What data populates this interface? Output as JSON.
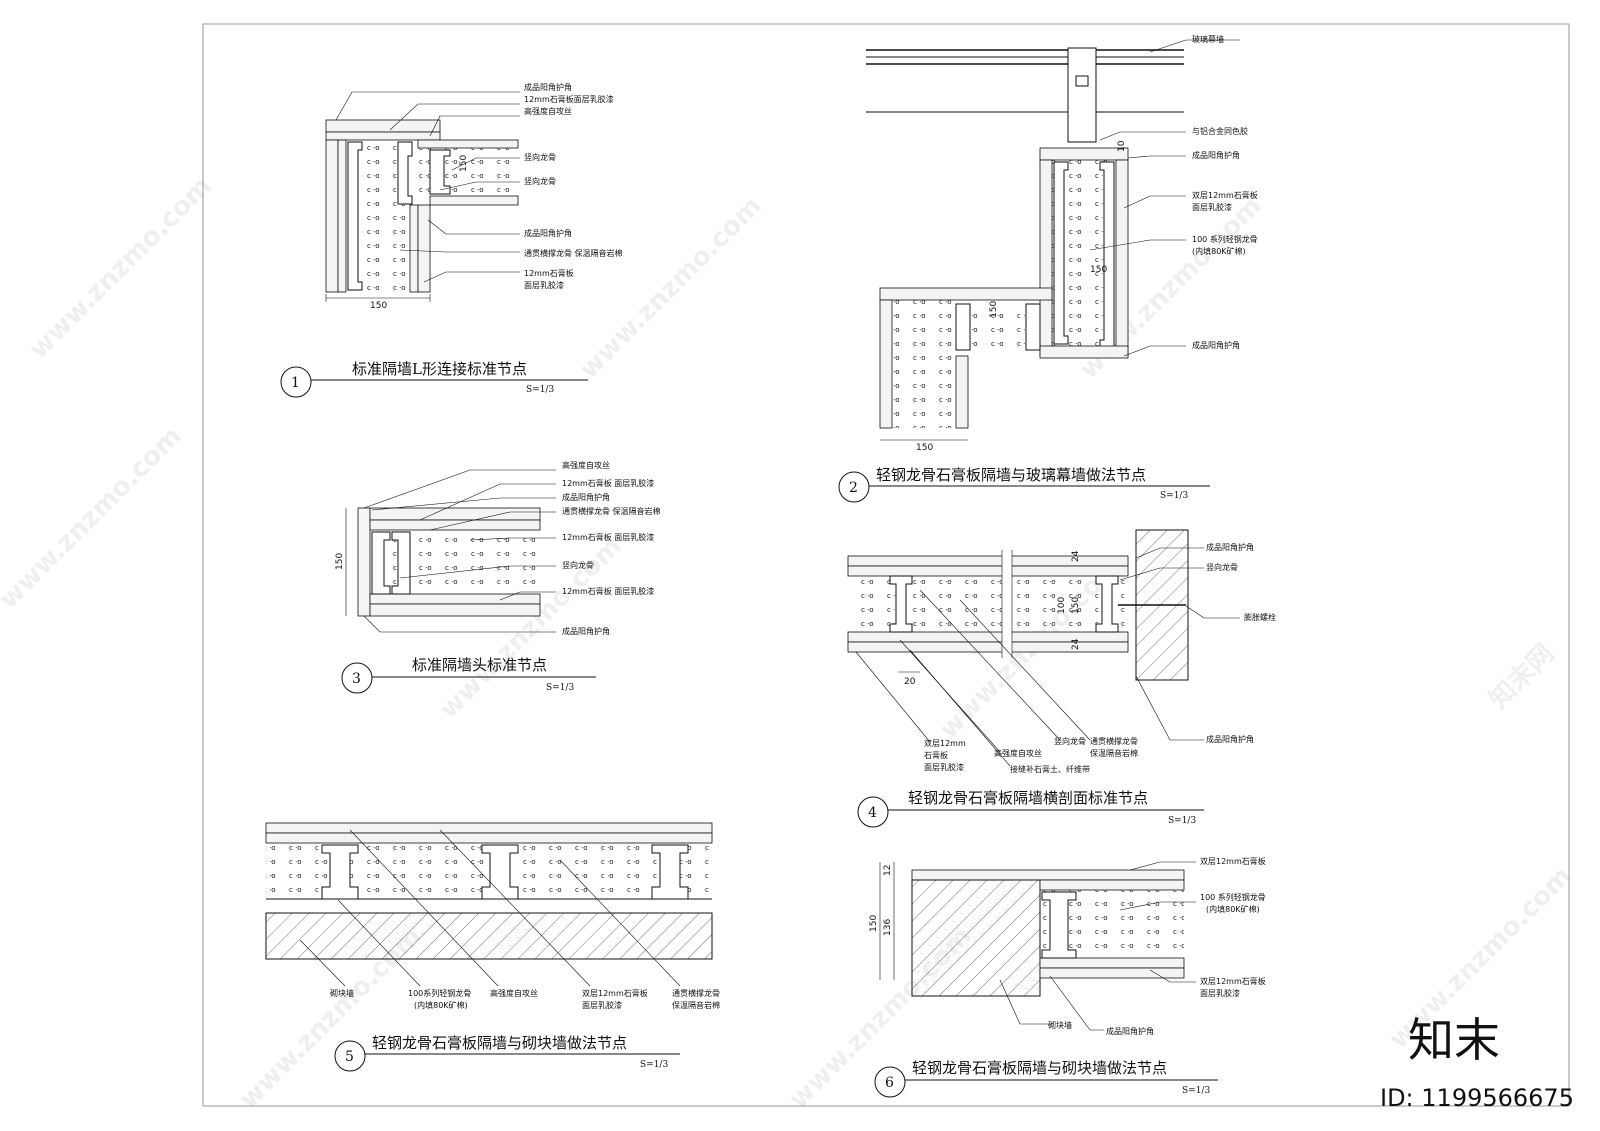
{
  "watermark": {
    "site": "www.znzmo.com",
    "brand": "知末网",
    "logo": "知末",
    "id": "ID: 1199566675"
  },
  "details": [
    {
      "num": "1",
      "title": "标准隔墙L形连接标准节点",
      "scale": "S=1/3",
      "labels": [
        "成品阳角护角",
        "12mm石膏板面层乳胶漆",
        "高强度自攻丝",
        "竖向龙骨",
        "竖向龙骨",
        "成品阳角护角",
        "通贯横撑龙骨 保温隔音岩棉",
        "12mm石膏板",
        "面层乳胶漆"
      ],
      "dims": [
        "150",
        "150"
      ]
    },
    {
      "num": "2",
      "title": "轻钢龙骨石膏板隔墙与玻璃幕墙做法节点",
      "scale": "S=1/3",
      "labels": [
        "玻璃幕墙",
        "与铝合金同色胶",
        "成品阳角护角",
        "双层12mm石膏板",
        "面层乳胶漆",
        "100 系列轻钢龙骨",
        "(内填80K矿棉)",
        "成品阳角护角"
      ],
      "dims": [
        "10",
        "150",
        "150",
        "150"
      ]
    },
    {
      "num": "3",
      "title": "标准隔墙头标准节点",
      "scale": "S=1/3",
      "labels": [
        "高强度自攻丝",
        "12mm石膏板 面层乳胶漆",
        "成品阳角护角",
        "通贯横撑龙骨 保温隔音岩棉",
        "12mm石膏板 面层乳胶漆",
        "竖向龙骨",
        "12mm石膏板 面层乳胶漆",
        "成品阳角护角"
      ],
      "dims": [
        "150"
      ]
    },
    {
      "num": "4",
      "title": "轻钢龙骨石膏板隔墙横剖面标准节点",
      "scale": "S=1/3",
      "labels": [
        "成品阳角护角",
        "竖向龙骨",
        "膨胀螺栓",
        "成品阳角护角",
        "双层12mm",
        "石膏板",
        "面层乳胶漆",
        "高强度自攻丝",
        "接缝补石膏土、纤维带",
        "竖向龙骨",
        "通贯横撑龙骨",
        "保温隔音岩棉"
      ],
      "dims": [
        "24",
        "100",
        "150",
        "24",
        "20"
      ]
    },
    {
      "num": "5",
      "title": "轻钢龙骨石膏板隔墙与砌块墙做法节点",
      "scale": "S=1/3",
      "labels": [
        "砌块墙",
        "100系列轻钢龙骨",
        "(内填80K矿棉)",
        "高强度自攻丝",
        "双层12mm石膏板",
        "面层乳胶漆",
        "通贯横撑龙骨",
        "保温隔音岩棉"
      ],
      "dims": []
    },
    {
      "num": "6",
      "title": "轻钢龙骨石膏板隔墙与砌块墙做法节点",
      "scale": "S=1/3",
      "labels": [
        "双层12mm石膏板",
        "100 系列轻钢龙骨",
        "(内填80K矿棉)",
        "双层12mm石膏板",
        "面层乳胶漆",
        "砌块墙",
        "成品阳角护角"
      ],
      "dims": [
        "12",
        "136",
        "150"
      ]
    }
  ]
}
